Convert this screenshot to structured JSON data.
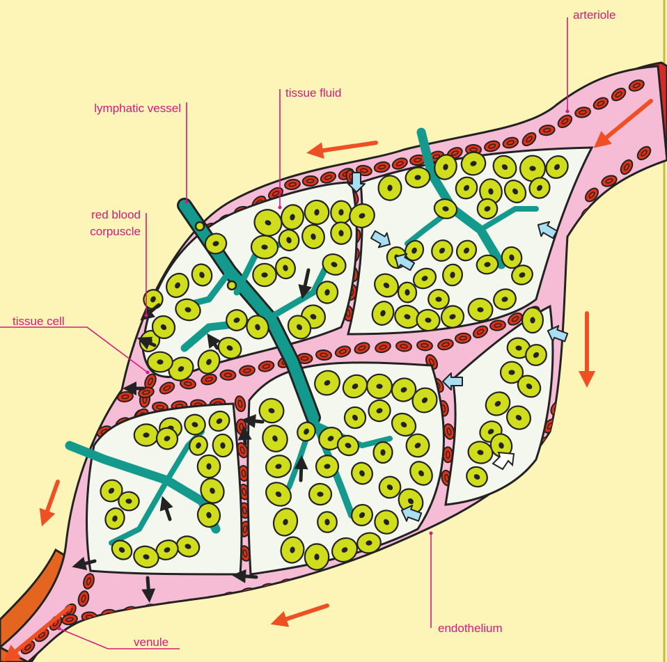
{
  "labels": {
    "arteriole": "arteriole",
    "tissue_fluid": "tissue fluid",
    "lymphatic_vessel": "lymphatic vessel",
    "red_blood_line1": "red blood",
    "red_blood_line2": "corpuscle",
    "tissue_cell": "tissue cell",
    "endothelium": "endothelium",
    "venule": "venule"
  },
  "colors": {
    "background": "#fdf5b8",
    "capillary_wall": "#f6bcd6",
    "tissue_fluid": "#f4f7ee",
    "tissue_cell": "#cfdd1c",
    "lymphatic": "#149a8c",
    "rbc": "#de3218",
    "arteriole_wall": "#d42a2a",
    "venule_wall": "#e3651f",
    "flow_arrow": "#ee4f23",
    "diffusion_arrow": "#a8dff4",
    "drainage_arrow": "#222222",
    "label_line": "#d6197c"
  }
}
